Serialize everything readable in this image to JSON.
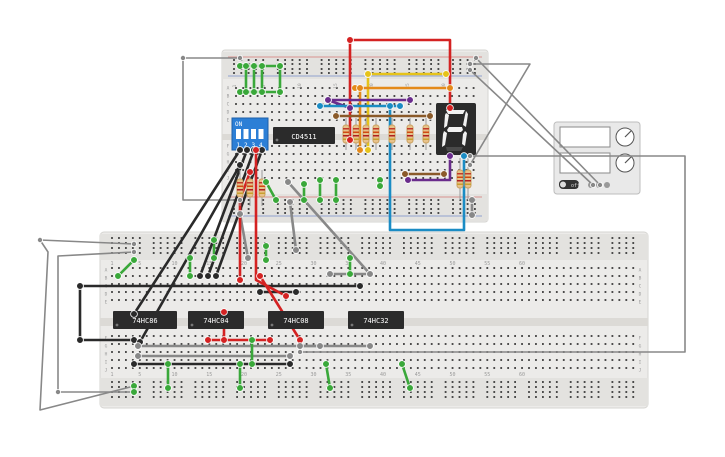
{
  "chips": {
    "decoder": "CD4511",
    "c1": "74HC86",
    "c2": "74HC04",
    "c3": "74HC08",
    "c4": "74HC32"
  },
  "dip_switch": {
    "on_label": "ON",
    "positions": [
      "1",
      "2",
      "3",
      "4"
    ]
  },
  "seven_segment": {
    "digit": "8"
  },
  "power_supply": {
    "toggle_label": "off"
  },
  "breadboard_small": {
    "row_labels": [
      "A",
      "B",
      "C",
      "D",
      "E",
      "F",
      "G",
      "H",
      "I",
      "J"
    ],
    "column_labels": [
      "1",
      "5",
      "10",
      "15",
      "20",
      "25",
      "30"
    ]
  },
  "breadboard_large": {
    "row_labels": [
      "A",
      "B",
      "C",
      "D",
      "E",
      "F",
      "G",
      "H",
      "I",
      "J"
    ],
    "column_labels": [
      "1",
      "5",
      "10",
      "15",
      "20",
      "25",
      "30",
      "35",
      "40",
      "45",
      "50",
      "55",
      "60"
    ]
  },
  "colors": {
    "board": "#ecebe9",
    "wire_green": "#3aa83a",
    "wire_red": "#d42222",
    "wire_black": "#2a2a2a",
    "wire_gray": "#888888",
    "wire_blue": "#1b8cc4",
    "wire_yellow": "#e6c31a",
    "wire_orange": "#e48a1a",
    "wire_purple": "#6a2c8c",
    "wire_brown": "#8a5a2a",
    "chip": "#2b2b2b",
    "dip_switch": "#2c7fd6"
  }
}
